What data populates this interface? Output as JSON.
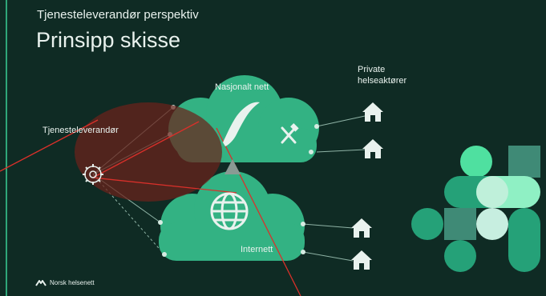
{
  "slide": {
    "subtitle": "Tjenesteleverandør  perspektiv",
    "title": "Prinsipp skisse"
  },
  "labels": {
    "nasjonalt_nett": "Nasjonalt nett",
    "private_aktorer": "Private\nhelseaktører",
    "tjenesteleverandor": "Tjenesteleverandør",
    "internett": "Internett"
  },
  "footer": {
    "logo_text": "Norsk helsenett"
  },
  "colors": {
    "background": "#0f2b24",
    "cloud_green": "#33b283",
    "overlay_red": "#6b211a",
    "text": "#e9f2ee"
  },
  "icons": [
    "gear-icon",
    "norway-map-icon",
    "tools-icon",
    "globe-icon",
    "house-icon",
    "warning-icon",
    "logo-icon"
  ]
}
